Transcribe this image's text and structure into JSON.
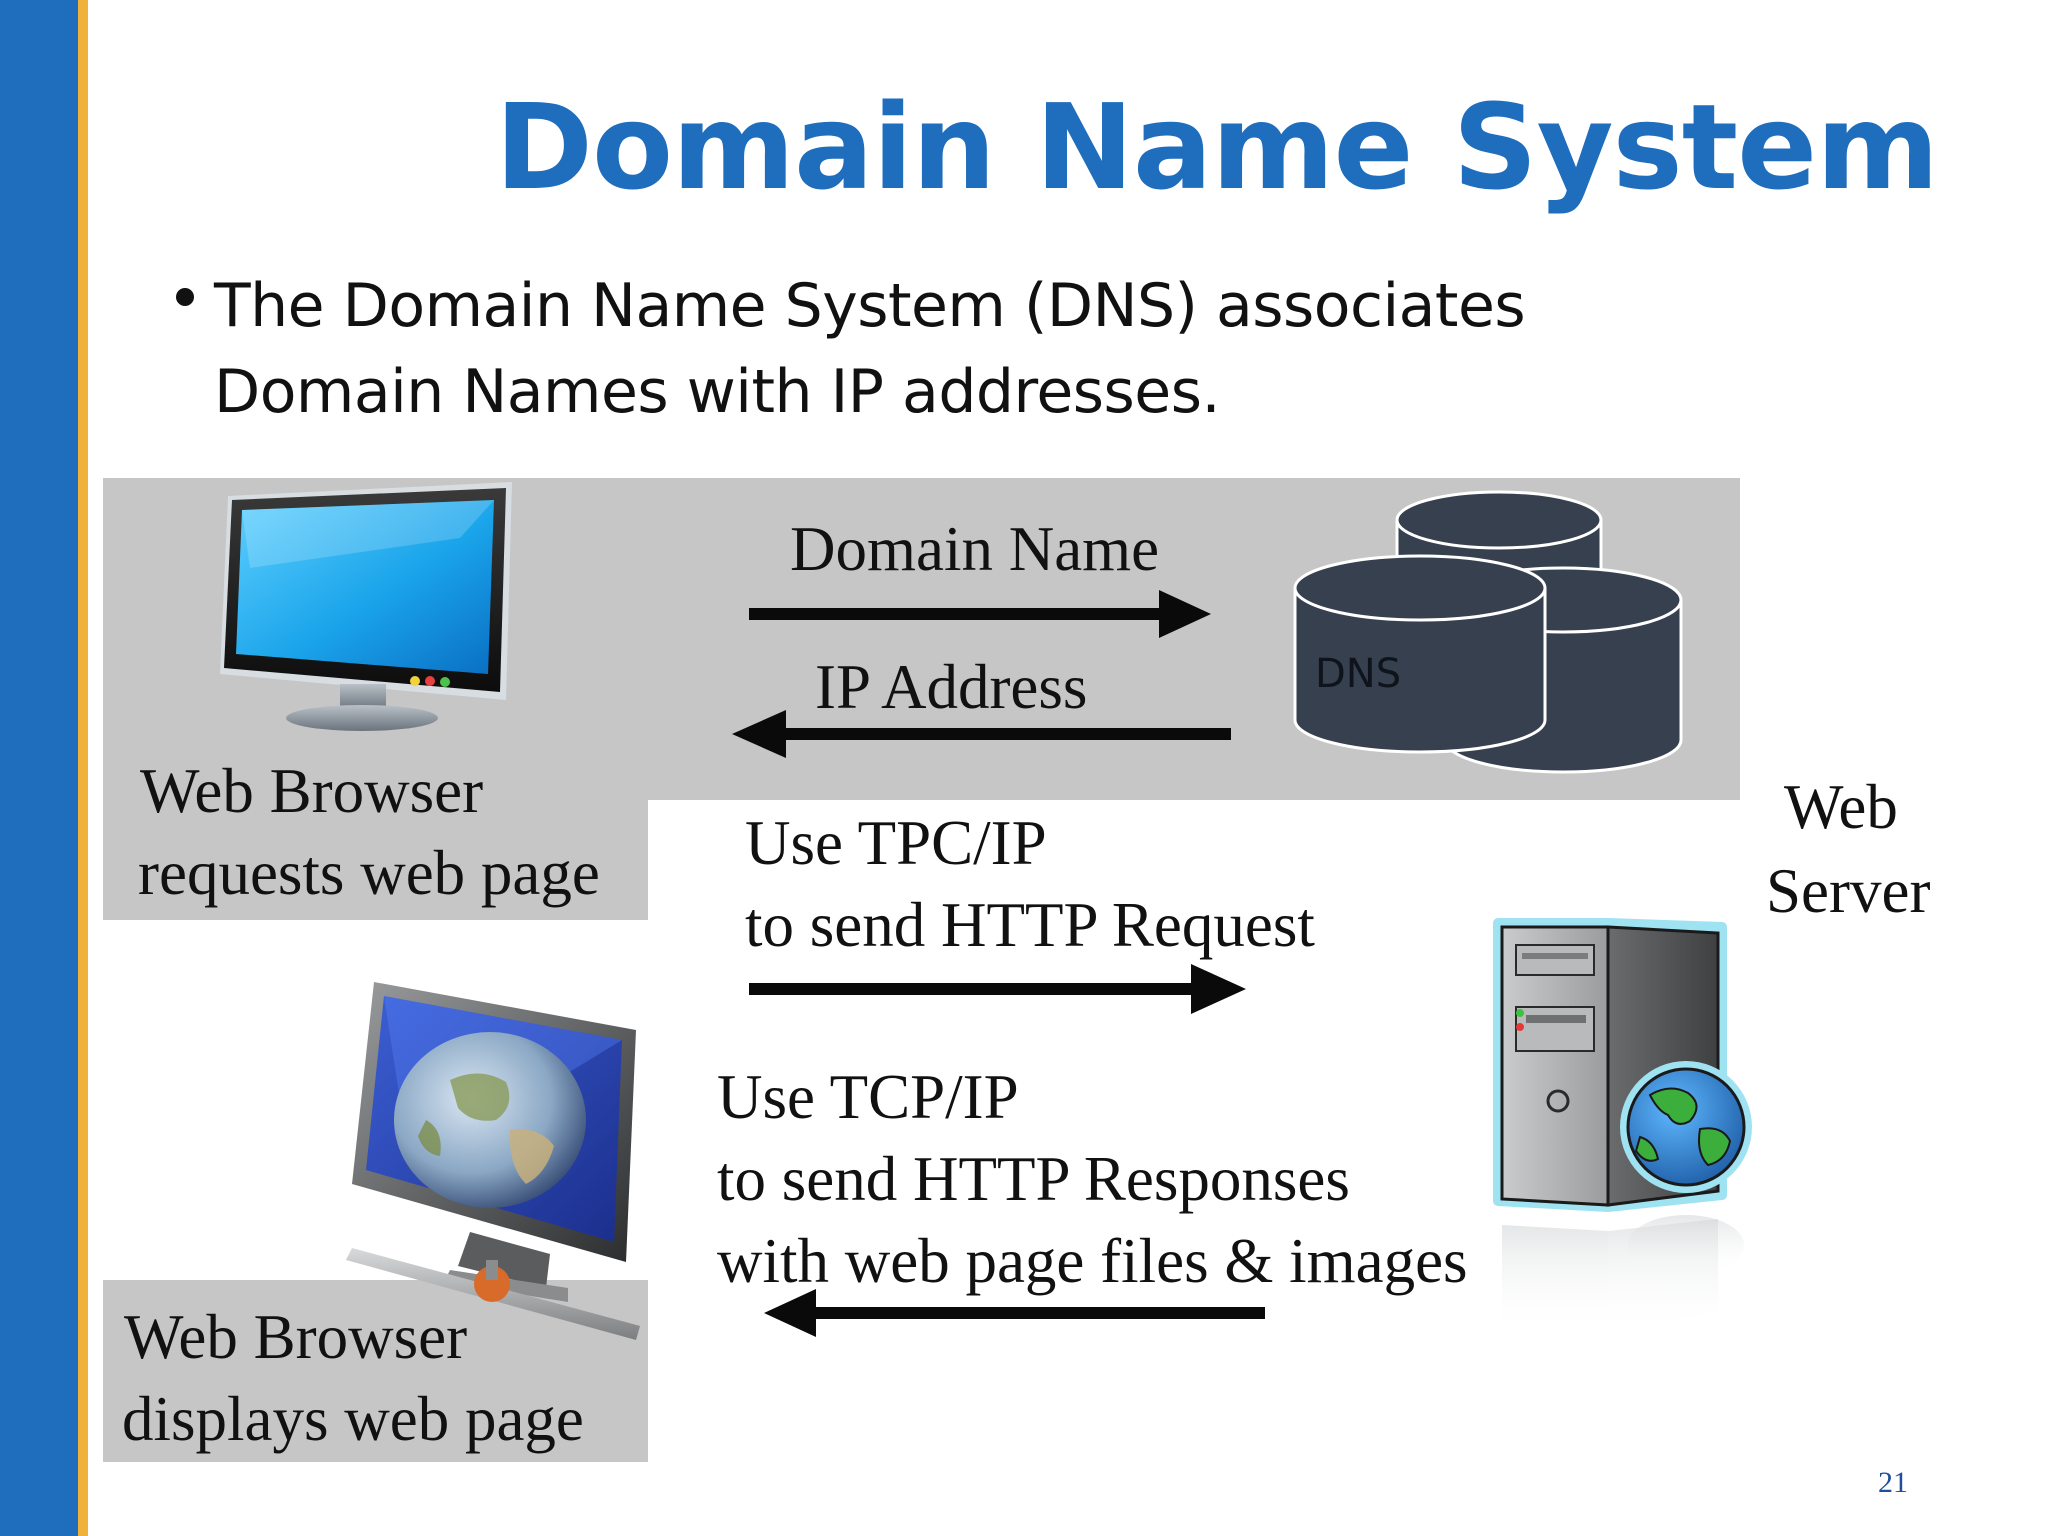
{
  "slide": {
    "title": "Domain Name System",
    "bullet_line_1": "The Domain Name System (DNS) associates",
    "bullet_line_2": "Domain Names with IP addresses.",
    "page_number": "21"
  },
  "colors": {
    "side_bar": "#1f6dbd",
    "side_stripe": "#f0b23a",
    "title": "#1f6dbd",
    "panel_gray": "#c6c6c6",
    "dns_cylinder": "#37404f",
    "arrow": "#0a0a0a",
    "page_number": "#1f4e9c"
  },
  "diagram": {
    "arrow_domain_name_label": "Domain Name",
    "arrow_ip_address_label": "IP Address",
    "dns_label": "DNS",
    "browser_request_line_1": "Web Browser",
    "browser_request_line_2": "requests web page",
    "server_label_line_1": "Web",
    "server_label_line_2": "Server",
    "request_line_1": "Use TPC/IP",
    "request_line_2": "to send HTTP Request",
    "response_line_1": "Use TCP/IP",
    "response_line_2": "to send HTTP Responses",
    "response_line_3": "with web page files & images",
    "browser_display_line_1": "Web Browser",
    "browser_display_line_2": "displays web page"
  },
  "icons": {
    "monitor": "computer-monitor-icon",
    "dns_database": "database-cylinders-icon",
    "globe_monitor": "globe-monitor-icon",
    "server": "server-tower-icon",
    "globe": "globe-icon"
  }
}
